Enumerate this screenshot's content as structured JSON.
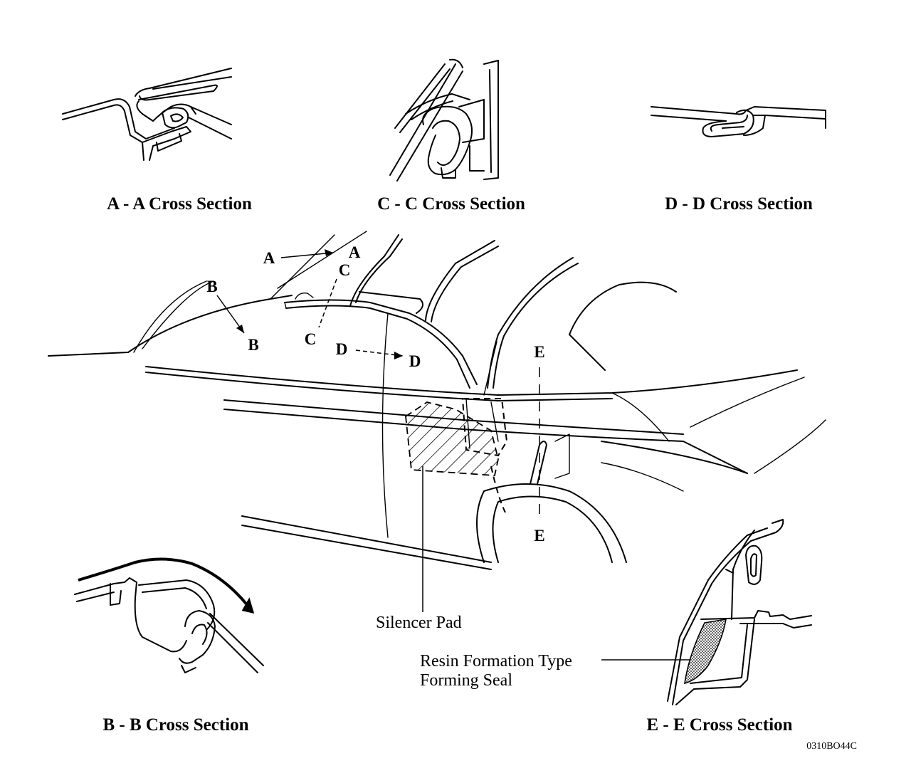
{
  "captions": {
    "aa": "A - A Cross Section",
    "cc": "C - C Cross Section",
    "dd": "D - D Cross Section",
    "bb": "B - B Cross Section",
    "ee": "E - E Cross Section"
  },
  "markers": {
    "a_start": "A",
    "a_end": "A",
    "b_start": "B",
    "b_end": "B",
    "c_start": "C",
    "c_end": "C",
    "d_start": "D",
    "d_end": "D",
    "e_start": "E",
    "e_end": "E"
  },
  "callouts": {
    "silencer_pad": "Silencer Pad",
    "resin_line1": "Resin Formation Type",
    "resin_line2": "Forming Seal"
  },
  "figure_id": "0310BO44C"
}
